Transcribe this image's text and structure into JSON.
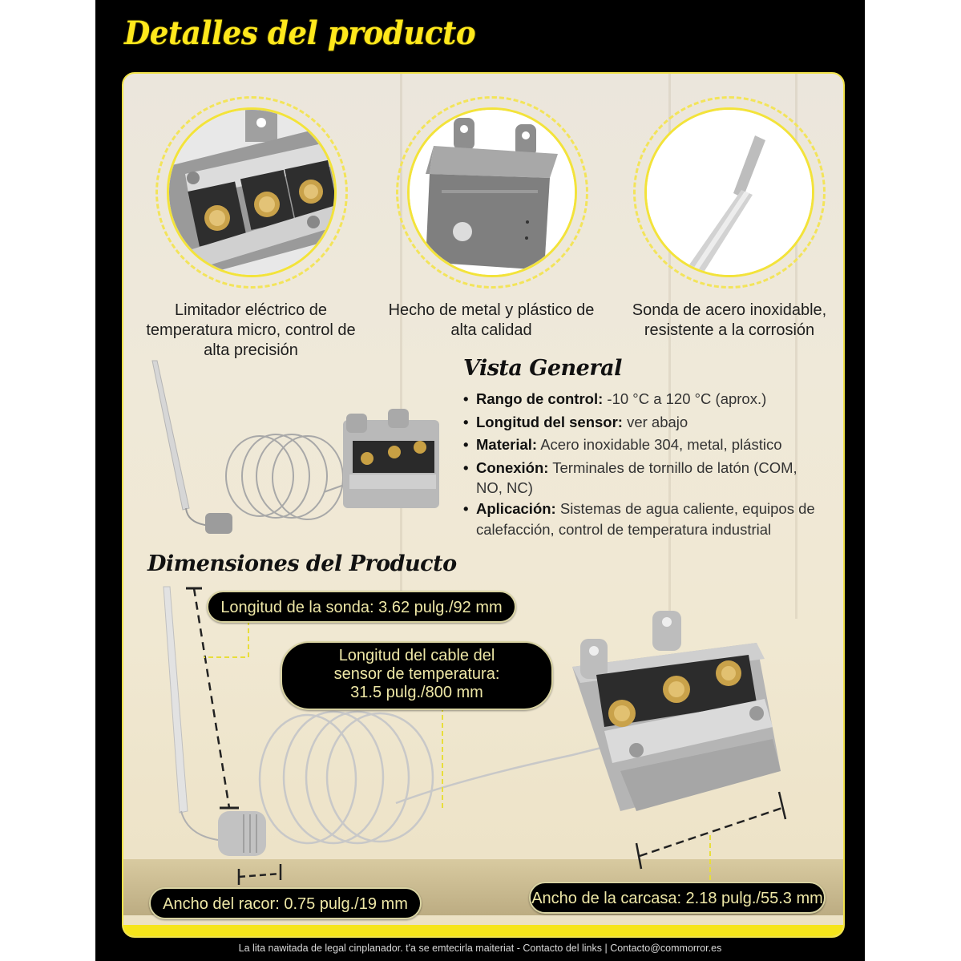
{
  "page": {
    "title": "Detalles del producto",
    "colors": {
      "frame": "#000000",
      "accent_yellow": "#ffe81c",
      "card_bg": "#efe9d9",
      "pill_bg": "#000000",
      "pill_text": "#eee7a6"
    }
  },
  "details": [
    {
      "icon": "terminal-block-closeup-image",
      "caption": "Limitador eléctrico de temperatura micro, control de alta precisión"
    },
    {
      "icon": "metal-housing-closeup-image",
      "caption": "Hecho de metal y plástico de alta calidad"
    },
    {
      "icon": "stainless-probe-closeup-image",
      "caption": "Sonda de acero inoxidable, resistente a la corrosión"
    }
  ],
  "overview": {
    "title": "Vista General",
    "specs": [
      {
        "label": "Rango de control:",
        "value": "-10 °C a 120 °C (aprox.)"
      },
      {
        "label": "Longitud del sensor:",
        "value": "ver abajo"
      },
      {
        "label": "Material:",
        "value": "Acero inoxidable 304, metal, plástico"
      },
      {
        "label": "Conexión:",
        "value": "Terminales de tornillo de latón (COM,",
        "value_wrap": "NO, NC)"
      },
      {
        "label": "Aplicación:",
        "value": "Sistemas de agua caliente, equipos de",
        "value_wrap": "calefacción, control de temperatura industrial"
      }
    ]
  },
  "dimensions": {
    "title": "Dimensiones del Producto",
    "probe_length": "Longitud de la sonda: 3.62 pulg./92 mm",
    "cable_length_line1": "Longitud del cable del",
    "cable_length_line2": "sensor de temperatura:",
    "cable_length_line3": "31.5 pulg./800 mm",
    "fitting_width": "Ancho del racor: 0.75 pulg./19 mm",
    "housing_width": "Ancho de la carcasa: 2.18 pulg./55.3 mm"
  },
  "footer": {
    "text": "La lita nawitada de legal cinplanador. t'a se emtecirla maiteriat - Contacto del links | Contacto@commorror.es"
  }
}
